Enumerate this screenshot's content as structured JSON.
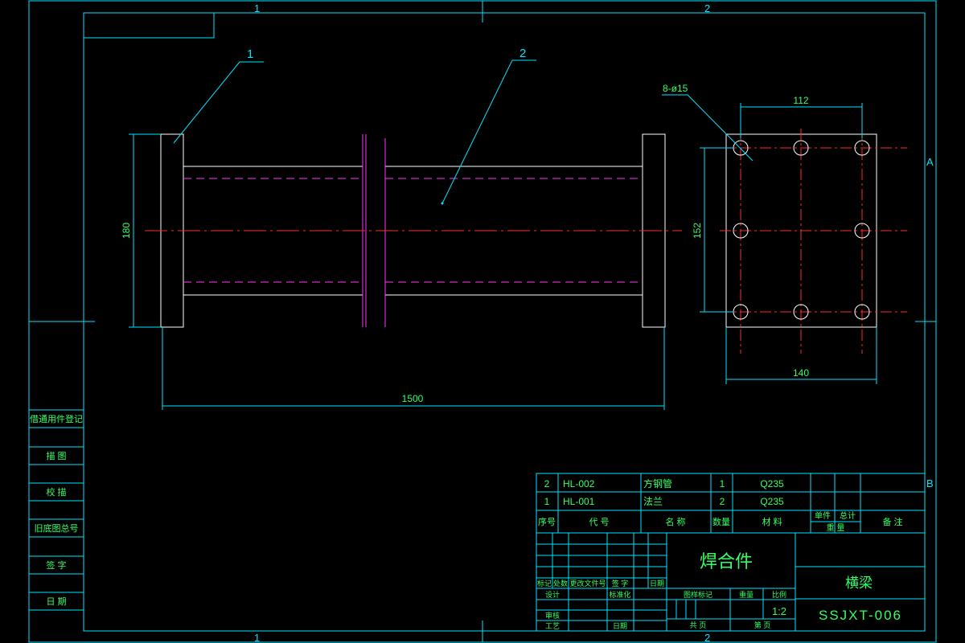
{
  "colors": {
    "background": "#000000",
    "border": "#00e5ff",
    "outline": "#ffffff",
    "centerline": "#ff2a2a",
    "hidden_line": "#ff33ff",
    "text": "#33ff66"
  },
  "zones": {
    "top_1": "1",
    "top_2": "2",
    "bottom_1": "1",
    "bottom_2": "2",
    "right_a": "A",
    "right_b": "B"
  },
  "balloons": {
    "part_1": "1",
    "part_2": "2"
  },
  "dimensions": {
    "overall_length": "1500",
    "flange_height": "180",
    "hole_spacing_h": "112",
    "hole_spacing_v": "152",
    "flange_width": "140",
    "hole_note": "8-ø15"
  },
  "side_blocks": [
    {
      "label": "借通用件登记"
    },
    {
      "label": "描 图"
    },
    {
      "label": "校 描"
    },
    {
      "label": "旧底图总号"
    },
    {
      "label": "签 字"
    },
    {
      "label": "日 期"
    }
  ],
  "bom": {
    "rows": [
      {
        "no": "2",
        "code": "HL-002",
        "name": "方钢管",
        "qty": "1",
        "material": "Q235"
      },
      {
        "no": "1",
        "code": "HL-001",
        "name": "法兰",
        "qty": "2",
        "material": "Q235"
      }
    ],
    "header": {
      "no": "序号",
      "code": "代 号",
      "name": "名 称",
      "qty": "数量",
      "material": "材 料",
      "unit": "单件",
      "total": "总计",
      "weight": "重 量",
      "remark": "备 注"
    }
  },
  "title_block": {
    "drawing_title": "焊合件",
    "part_name": "横梁",
    "drawing_number": "SSJXT-006",
    "scale": "1:2",
    "labels": {
      "mark": "标记",
      "count": "处数",
      "change_doc": "更改文件号",
      "sign": "签 字",
      "date": "日期",
      "design": "设计",
      "standardize": "标准化",
      "review": "审核",
      "process": "工艺",
      "approve": "日期",
      "stage_mark": "图样标记",
      "weight": "重量",
      "scale": "比例",
      "total_sheets": "共 页",
      "sheet_no": "第 页"
    }
  }
}
